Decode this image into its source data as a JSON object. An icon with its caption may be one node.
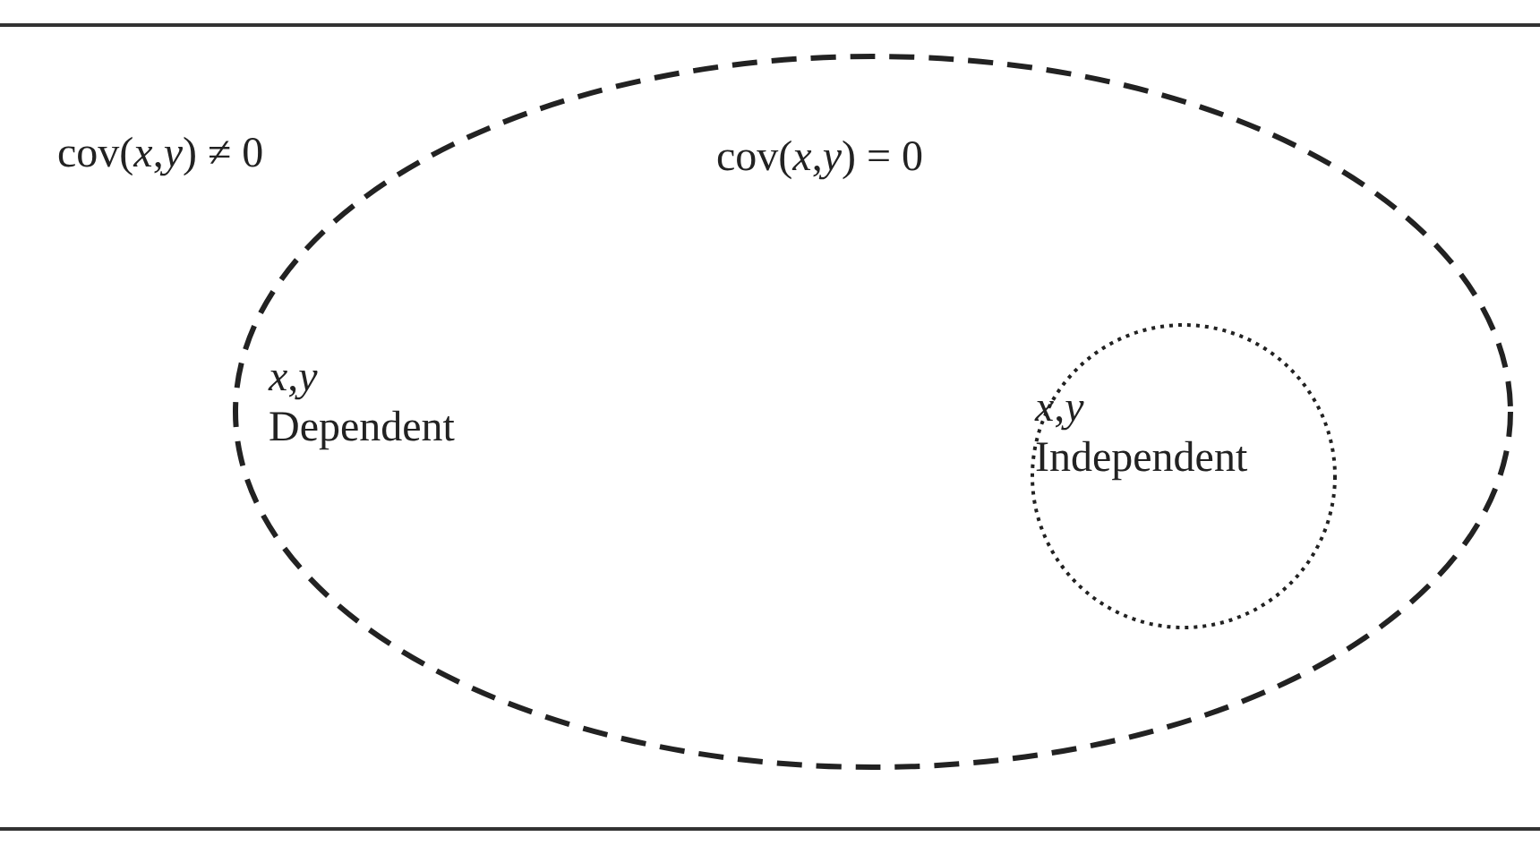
{
  "diagram": {
    "nodes": [
      {
        "text": [
          "cov(*x*,*y*) = 0",
          "*x*,*y* Dependent"
        ]
      },
      {
        "text": [
          "*x*,*y* Independent"
        ],
        "in": 0
      }
    ],
    "edges": [],
    "labels": [
      "cov(*x*,*y*) ≠ 0"
    ]
  }
}
